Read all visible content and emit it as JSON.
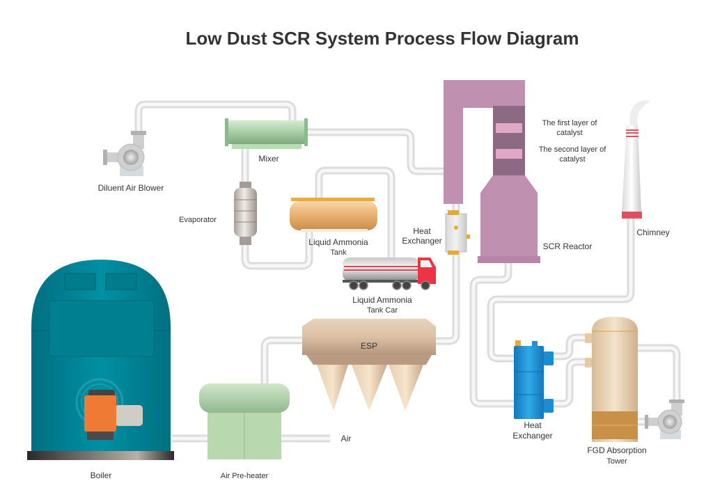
{
  "diagram": {
    "title": "Low Dust SCR System Process Flow Diagram",
    "components": {
      "diluent_air_blower": {
        "label": "Diluent Air Blower"
      },
      "mixer": {
        "label": "Mixer"
      },
      "evaporator": {
        "label": "Evaporator"
      },
      "liquid_ammonia_tank": {
        "label_line1": "Liquid Ammonia",
        "label_line2": "Tank"
      },
      "liquid_ammonia_tank_car": {
        "label_line1": "Liquid Ammonia",
        "label_line2": "Tank Car"
      },
      "heat_exchanger_top": {
        "label_line1": "Heat",
        "label_line2": "Exchanger"
      },
      "scr_reactor": {
        "label": "SCR Reactor"
      },
      "catalyst_layer_1": {
        "label_line1": "The first layer of",
        "label_line2": "catalyst"
      },
      "catalyst_layer_2": {
        "label_line1": "The second layer of",
        "label_line2": "catalyst"
      },
      "chimney": {
        "label": "Chimney"
      },
      "esp": {
        "label": "ESP"
      },
      "boiler": {
        "label": "Boiler"
      },
      "air_preheater": {
        "label": "Air Pre-heater"
      },
      "air_inlet": {
        "label": "Air"
      },
      "heat_exchanger_bottom": {
        "label_line1": "Heat",
        "label_line2": "Exchanger"
      },
      "fgd_absorption_tower": {
        "label_line1": "FGD Absorption",
        "label_line2": "Tower"
      }
    },
    "colors": {
      "scr_purple": "#c090b0",
      "scr_dark_purple": "#8c6a84",
      "catalyst_pink": "#e0a8c4",
      "boiler_teal": "#00899b",
      "burner_orange": "#ee7a33",
      "mixer_green": "#a8d0a8",
      "preheater_green": "#b8d8b0",
      "esp_tan": "#d8bca0",
      "tank_orange": "#e8a860",
      "truck_red": "#ee3344",
      "hx_blue": "#1e90d0",
      "fgd_tan": "#e8d0b0",
      "fgd_band": "#c89048",
      "chimney_red": "#e05060",
      "pipe": "#e6e6e6"
    }
  }
}
